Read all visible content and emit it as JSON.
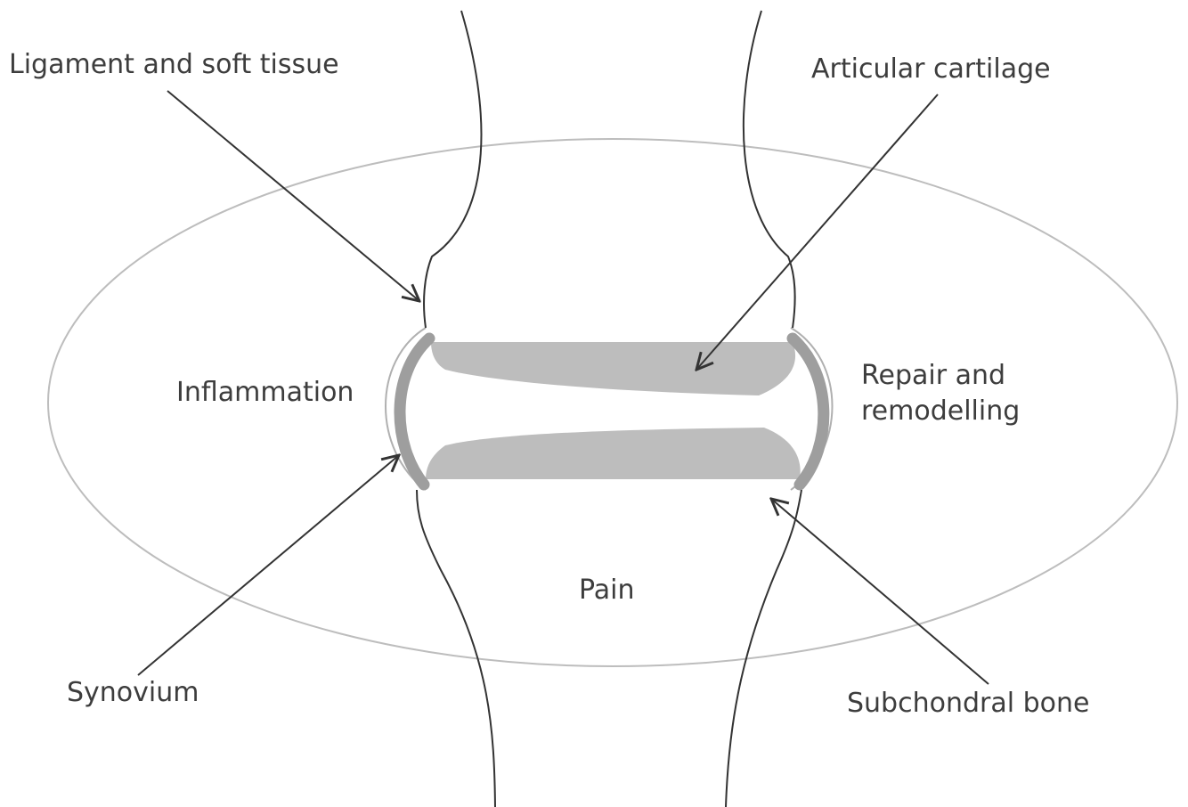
{
  "diagram": {
    "colors": {
      "text": "#3d3d3d",
      "outline": "#333333",
      "ellipse": "#bdbdbd",
      "cartilage": "#bdbdbd",
      "synovium_band": "#9e9e9e",
      "capsule": "#b0b0b0"
    },
    "callouts": {
      "ligament": "Ligament and soft tissue",
      "cartilage": "Articular cartilage",
      "synovium": "Synovium",
      "subchondral": "Subchondral bone"
    },
    "processes": {
      "inflammation": "Inflammation",
      "repair_line1": "Repair and",
      "repair_line2": "remodelling",
      "pain": "Pain"
    }
  }
}
